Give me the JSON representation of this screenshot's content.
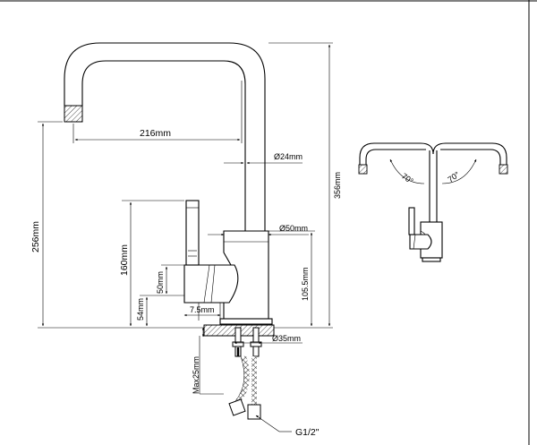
{
  "labels": {
    "spout_reach": "216mm",
    "spout_diameter": "Ø24mm",
    "body_diameter": "Ø50mm",
    "total_height": "356mm",
    "spout_height": "256mm",
    "handle_height": "160mm",
    "body_height": "105.5mm",
    "handle_offset": "50mm",
    "lever_height": "54mm",
    "handle_width": "7.5mm",
    "base_diameter": "Ø35mm",
    "max_deck": "Max25mm",
    "connection": "G1/2\"",
    "swivel_left": "70°",
    "swivel_right": "70°"
  }
}
